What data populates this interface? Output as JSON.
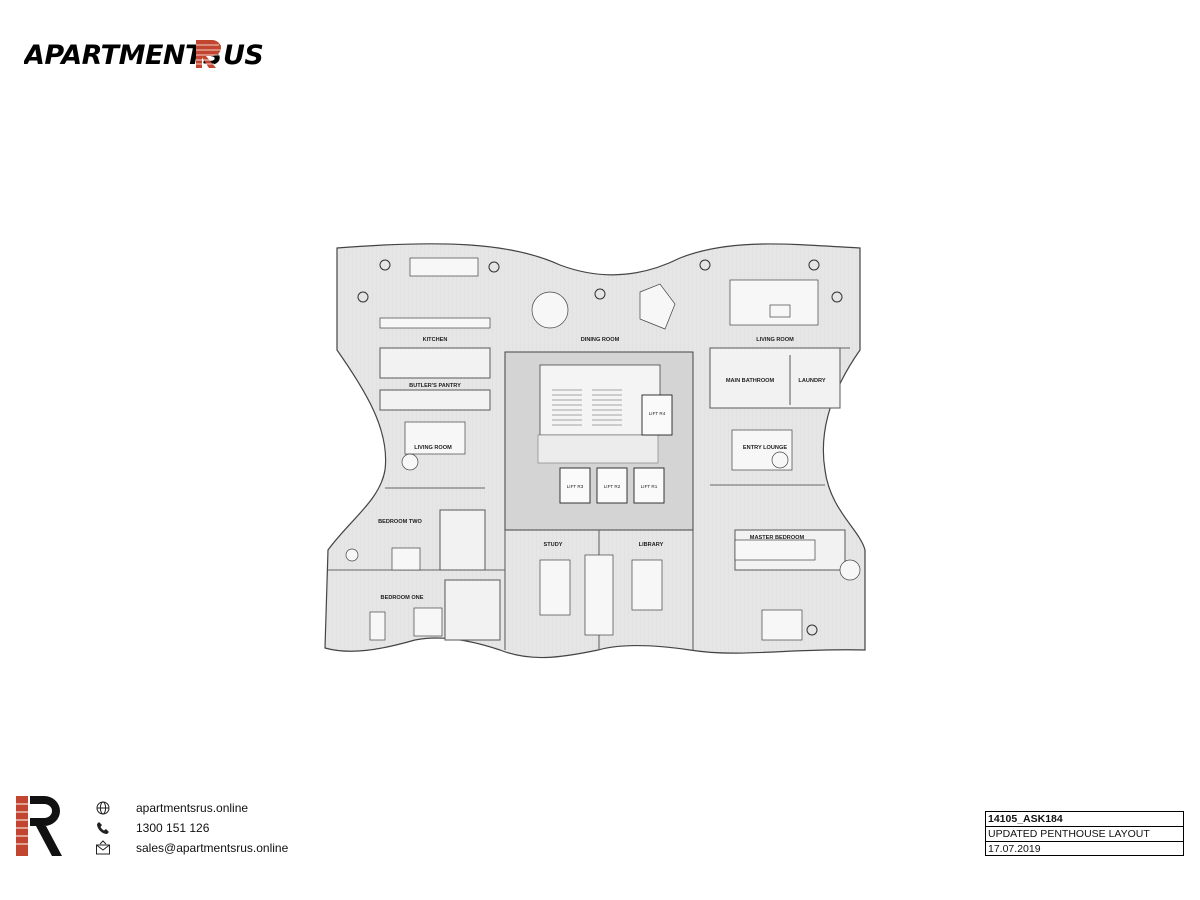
{
  "brand": {
    "name_left": "APARTMENTS",
    "name_initial": "R",
    "name_right": "US"
  },
  "colors": {
    "brick": "#c2452f",
    "ink": "#111111",
    "floor": "#e3e3e3",
    "core": "#c8c8c8",
    "wall": "#555555"
  },
  "floorplan": {
    "rooms": {
      "kitchen": "KITCHEN",
      "dining": "DINING ROOM",
      "living_main": "LIVING ROOM",
      "butlers": "BUTLER'S PANTRY",
      "main_bath": "MAIN BATHROOM",
      "laundry": "LAUNDRY",
      "living_west": "LIVING ROOM",
      "entry": "ENTRY LOUNGE",
      "bed_two": "BEDROOM TWO",
      "master": "MASTER BEDROOM",
      "study": "STUDY",
      "library": "LIBRARY",
      "bed_one": "BEDROOM ONE"
    },
    "lifts": {
      "r4": "LIFT R4",
      "r3": "LIFT R3",
      "r2": "LIFT R2",
      "r1": "LIFT R1"
    }
  },
  "contact": {
    "website": "apartmentsrus.online",
    "phone": "1300 151 126",
    "email": "sales@apartmentsrus.online",
    "icons": [
      "globe-icon",
      "phone-icon",
      "mail-icon"
    ]
  },
  "title_block": {
    "drawing_number": "14105_ASK184",
    "drawing_title": "UPDATED PENTHOUSE LAYOUT",
    "date": "17.07.2019"
  }
}
